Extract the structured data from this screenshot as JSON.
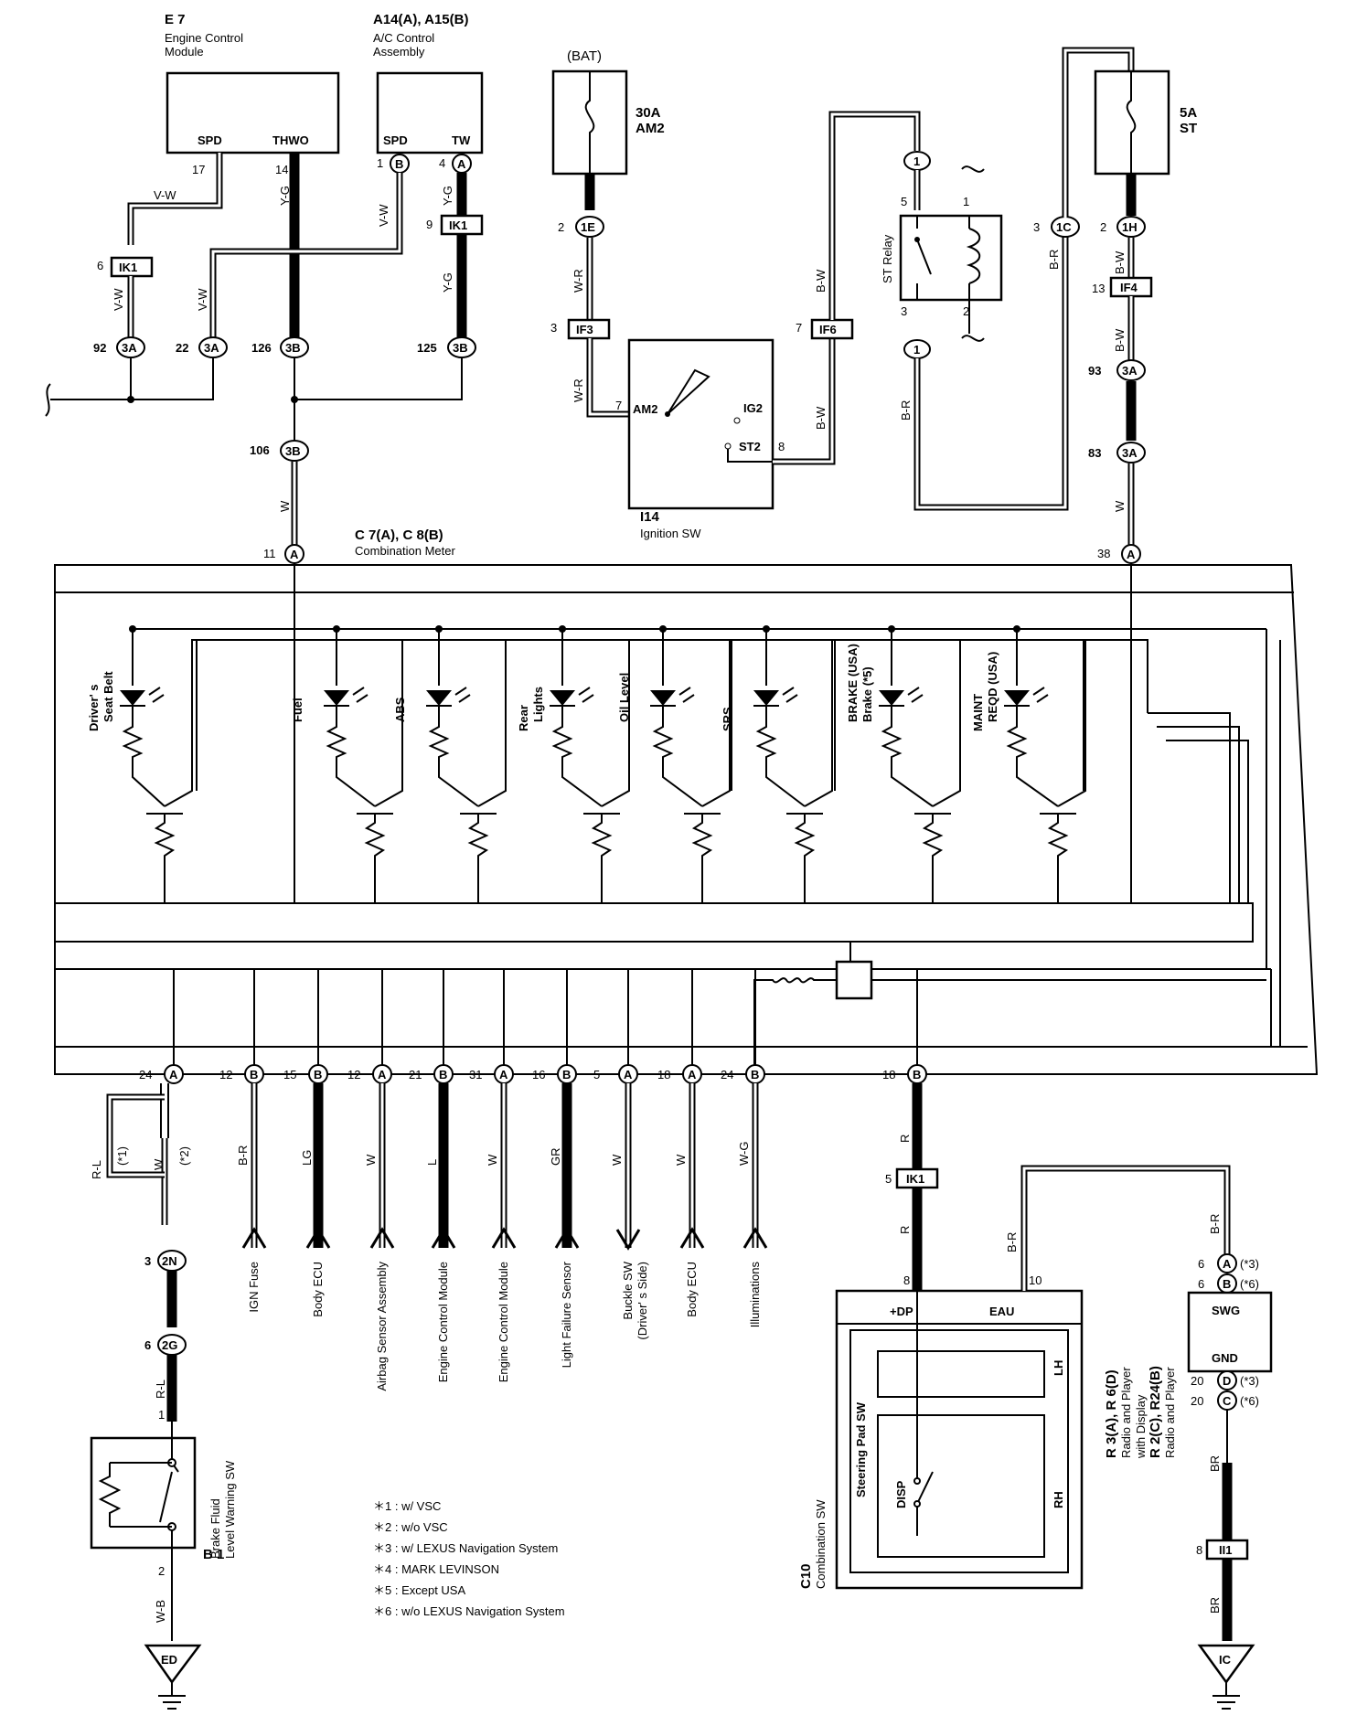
{
  "components": {
    "ecm": {
      "id": "E 7",
      "name1": "Engine Control",
      "name2": "Module",
      "pin_spd": "SPD",
      "pin_thwo": "THWO",
      "pin17": "17",
      "pin14": "14"
    },
    "ac": {
      "id": "A14(A), A15(B)",
      "name1": "A/C Control",
      "name2": "Assembly",
      "pin_spd": "SPD",
      "pin_tw": "TW",
      "pin1": "1",
      "pin4": "4",
      "conn1": "B",
      "conn4": "A"
    },
    "bat": {
      "label": "(BAT)",
      "fuse1": "30A",
      "fuse2": "AM2"
    },
    "st_fuse": {
      "fuse1": "5A",
      "fuse2": "ST"
    },
    "st_relay": {
      "label": "ST Relay",
      "p5": "5",
      "p1": "1",
      "p3": "3",
      "p2": "2"
    },
    "ignition": {
      "id": "I14",
      "name": "Ignition SW",
      "am2": "AM2",
      "ig2": "IG2",
      "st2": "ST2",
      "p7": "7",
      "p8": "8"
    },
    "meter": {
      "id": "C 7(A), C 8(B)",
      "name": "Combination Meter"
    },
    "brake_sw": {
      "id": "B 1",
      "name1": "Brake Fluid",
      "name2": "Level Warning SW"
    },
    "combo_sw": {
      "id": "C10",
      "name": "Combination SW",
      "steer": "Steering Pad SW",
      "dp": "+DP",
      "eau": "EAU",
      "lh": "LH",
      "rh": "RH",
      "disp": "DISP"
    },
    "radio": {
      "id1": "R 3(A), R 6(D)",
      "id2": "Radio and Player",
      "id3": "with Display",
      "id4": "R 2(C), R24(B)",
      "id5": "Radio and Player",
      "swg": "SWG",
      "gnd": "GND"
    }
  },
  "labels": {
    "lamps": [
      "Driver' s",
      "Seat Belt",
      "Fuel",
      "ABS",
      "Rear",
      "Lights",
      "Oil Level",
      "SRS",
      "BRAKE (USA)",
      "Brake (*5)",
      "MAINT",
      "REQD (USA)"
    ],
    "destinations": [
      "IGN Fuse",
      "Body ECU",
      "Airbag Sensor Assembly",
      "Engine Control Module",
      "Engine Control Module",
      "Light Failure Sensor",
      "Buckle SW",
      "(Driver' s Side)",
      "Body ECU",
      "Illuminations"
    ],
    "bottom_pins": [
      "24",
      "12",
      "15",
      "12",
      "21",
      "31",
      "16",
      "5",
      "18",
      "24",
      "18"
    ],
    "bottom_conns": [
      "A",
      "B",
      "B",
      "A",
      "B",
      "A",
      "B",
      "A",
      "A",
      "B",
      "B"
    ],
    "bottom_wires": [
      "B-R",
      "LG",
      "W",
      "L",
      "W",
      "GR",
      "W",
      "W",
      "W-G",
      "R"
    ],
    "wires": {
      "vw": "V-W",
      "yg": "Y-G",
      "wr": "W-R",
      "bw": "B-W",
      "br": "B-R",
      "w": "W",
      "rl": "R-L",
      "wb": "W-B",
      "r": "R",
      "brn": "BR"
    },
    "connectors": {
      "ik1": "IK1",
      "if3": "IF3",
      "if6": "IF6",
      "if4": "IF4",
      "ii1": "II1",
      "c3a": "3A",
      "c3b": "3B",
      "c1e": "1E",
      "c1c": "1C",
      "c1h": "1H",
      "c2n": "2N",
      "c2g": "2G",
      "c1": "1",
      "ed": "ED",
      "ic": "IC",
      "cA": "A",
      "cB": "B",
      "cC": "C",
      "cD": "D"
    },
    "pins": {
      "p6": "6",
      "p92": "92",
      "p22": "22",
      "p126": "126",
      "p125": "125",
      "p106": "106",
      "p11": "11",
      "p9": "9",
      "p2": "2",
      "p3": "3",
      "p7": "7",
      "p13": "13",
      "p93": "93",
      "p83": "83",
      "p38": "38",
      "p1": "1",
      "p5": "5",
      "p8": "8",
      "p10": "10",
      "p20": "20"
    },
    "notes": {
      "n3": "(*3)",
      "n6": "(*6)",
      "n1": "(*1)",
      "n2": "(*2)"
    }
  },
  "legend": [
    "＊1 : w/ VSC",
    "＊2 : w/o VSC",
    "＊3 : w/ LEXUS Navigation System",
    "＊4 : MARK LEVINSON",
    "＊5 : Except USA",
    "＊6 : w/o LEXUS Navigation System"
  ]
}
